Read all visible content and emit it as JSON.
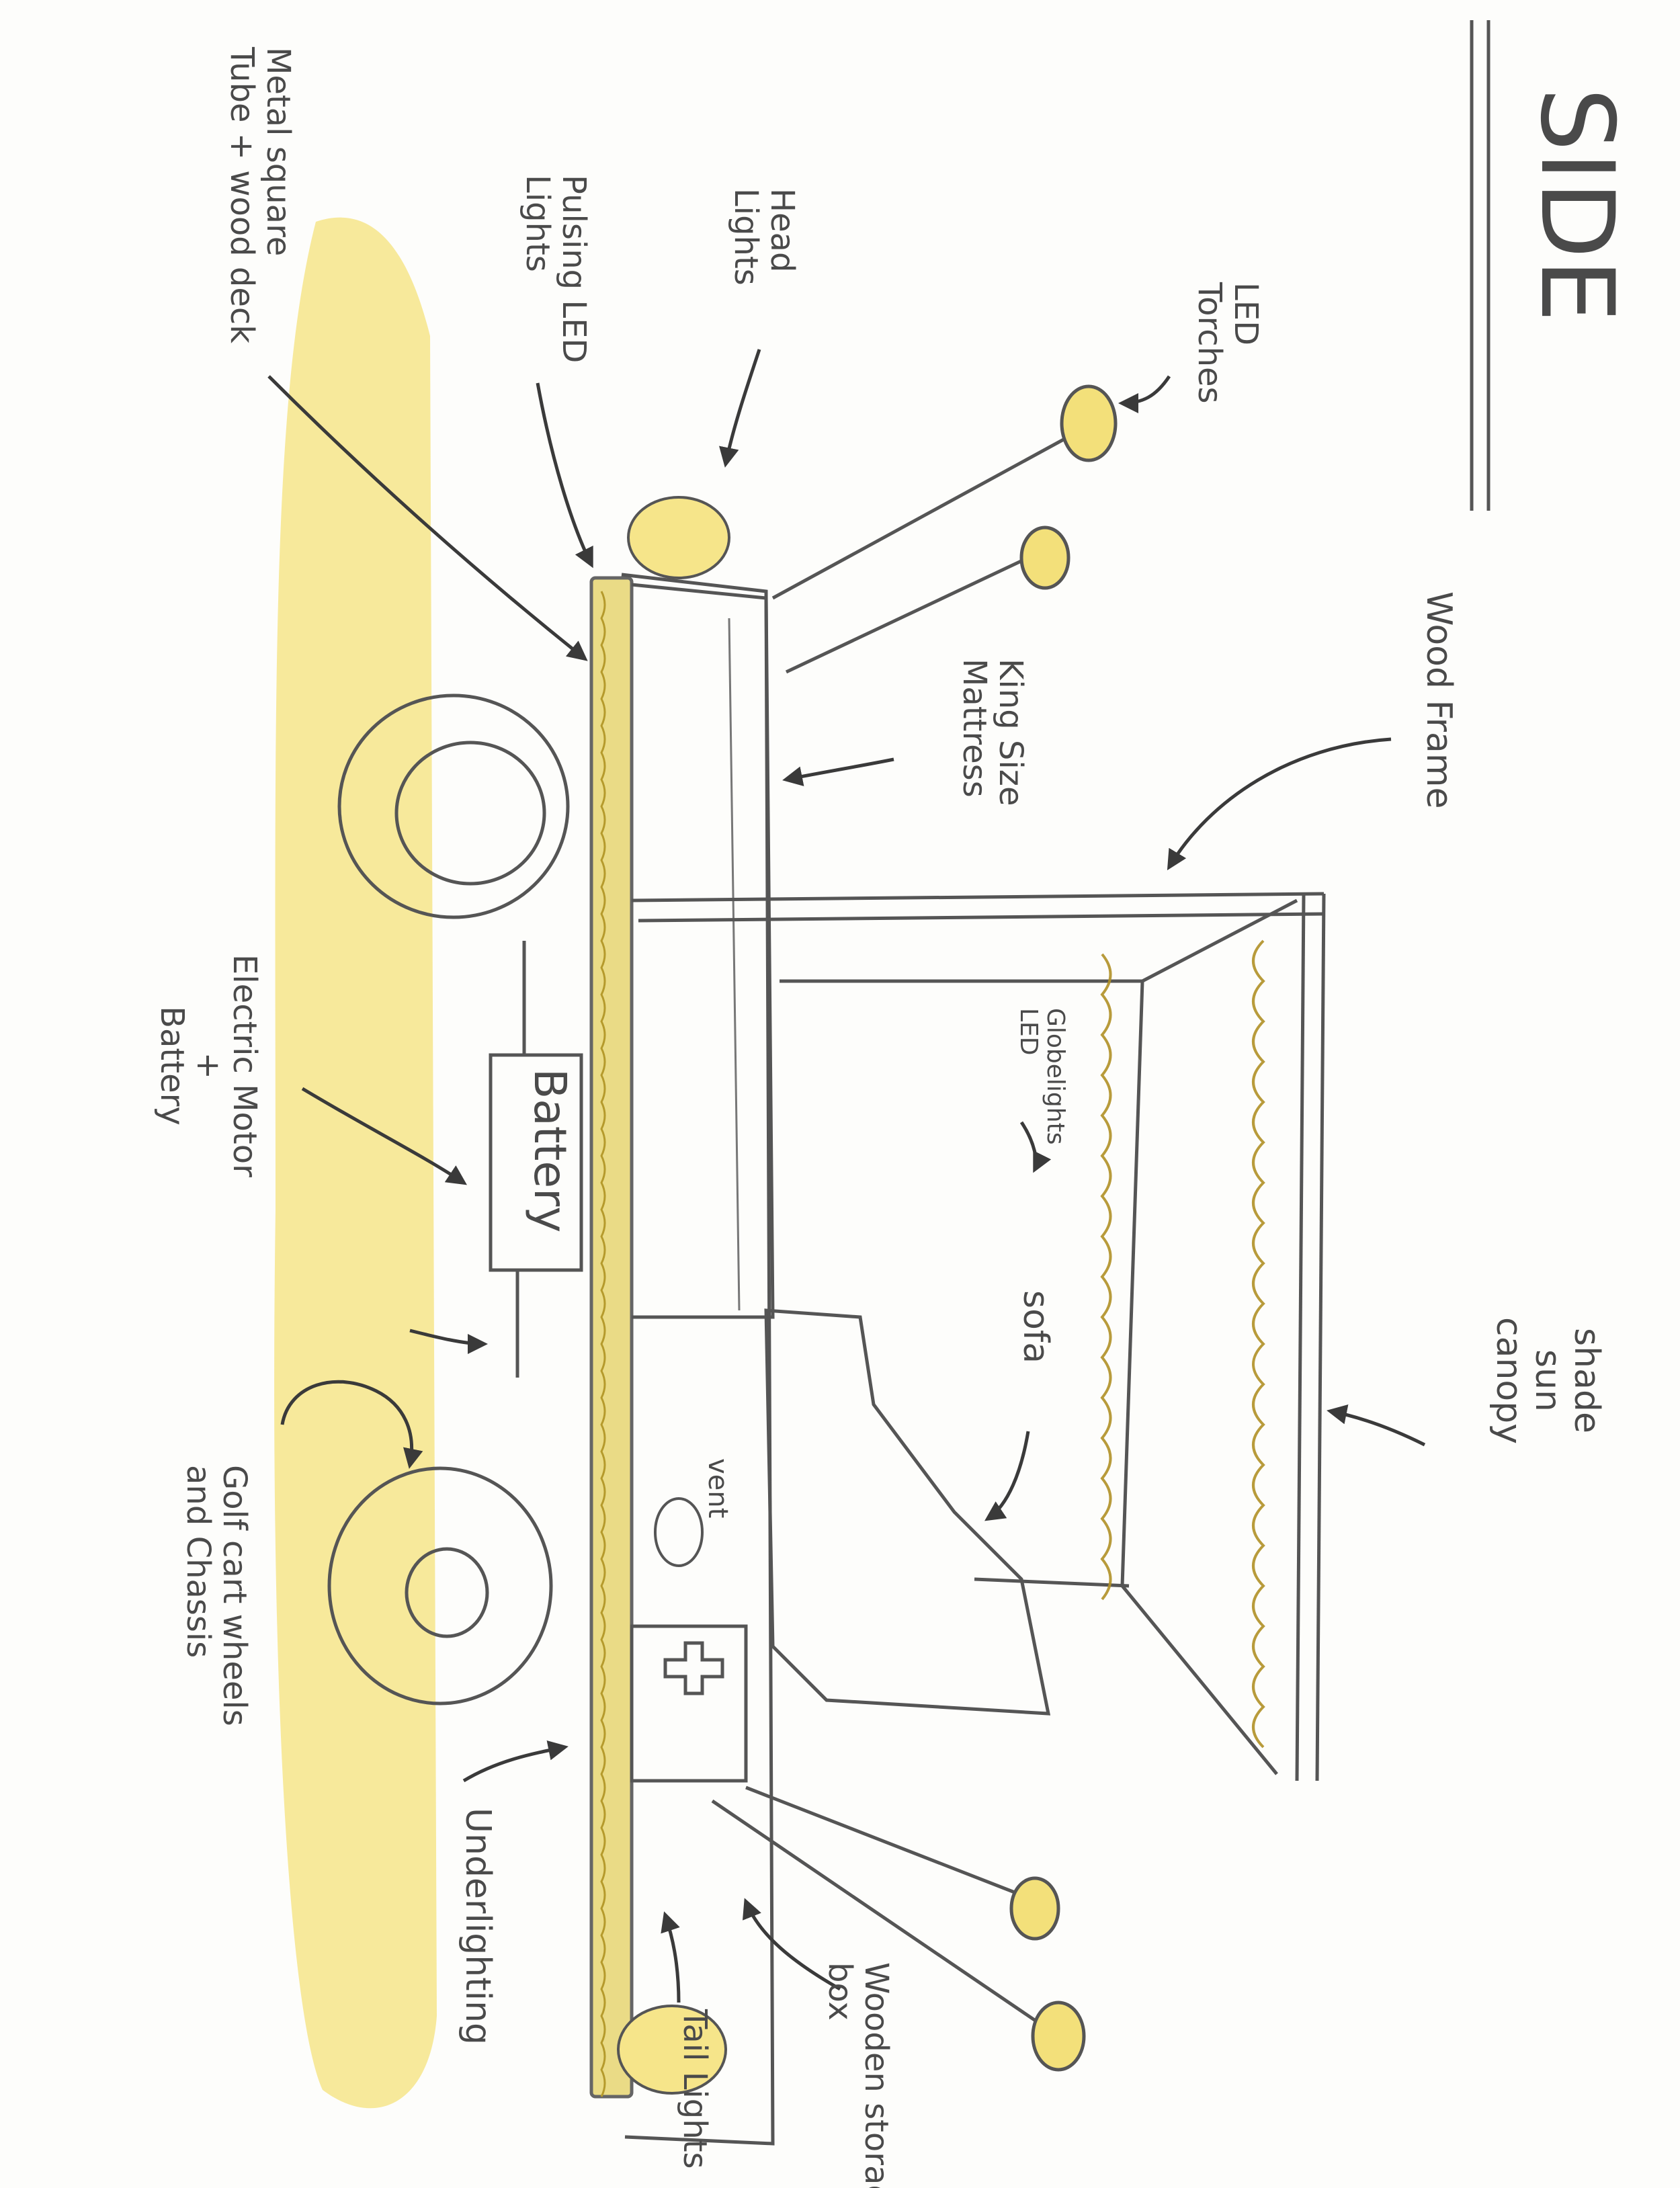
{
  "title": "SIDE",
  "labels": {
    "metal_tube": "Metal square\nTube + wood deck",
    "pulsing_led": "Pulsing LED\nLights",
    "head_lights": "Head\nLights",
    "led_torches": "LED\nTorches",
    "wood_frame": "Wood Frame",
    "king_mattress": "King Size\nMattress",
    "globe_lights": "Globelights\nLED",
    "battery_box": "Battery",
    "electric_motor": "Electric Motor\n+\nBattery",
    "sofa": "sofa",
    "vent": "vent",
    "shade_canopy": "shade\nsun\ncanopy",
    "golf_cart": "Golf cart wheels\nand Chassis",
    "under_lighting": "Underlighting",
    "tail_lights": "Tail Lights",
    "storage_box": "Wooden storage\nbox"
  },
  "colors": {
    "highlight": "#f5e27a",
    "pencil": "#555555"
  },
  "icons": {
    "first_aid": "cross-icon"
  }
}
